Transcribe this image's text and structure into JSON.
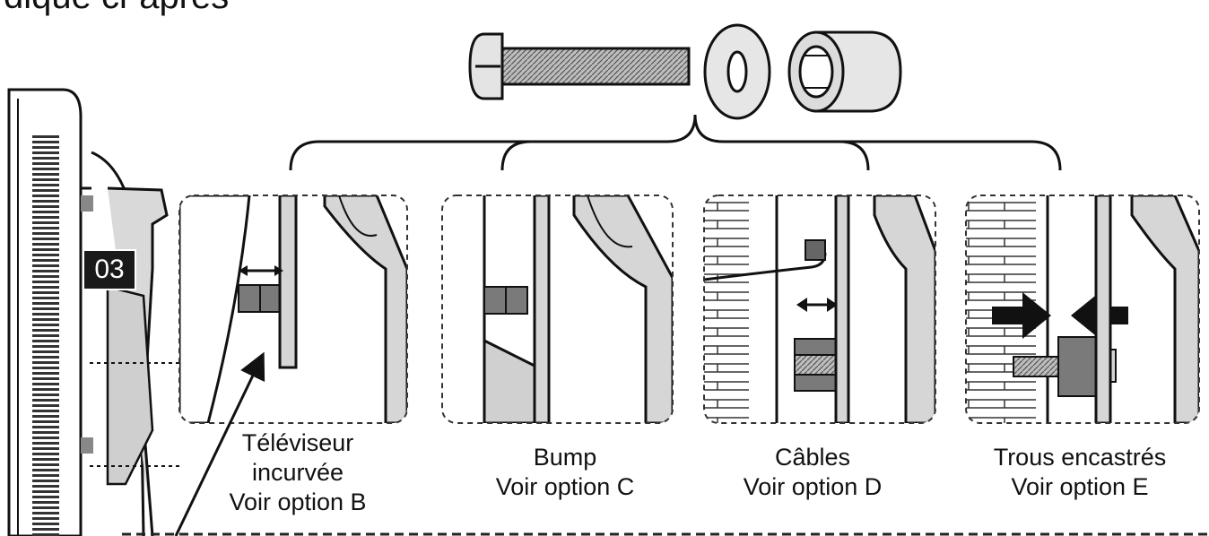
{
  "heading": "dique ci-après",
  "step_badge": "03",
  "options": [
    {
      "name": "Téléviseur incurvée",
      "name_l1": "Téléviseur",
      "name_l2": "incurvée",
      "ref": "Voir option B"
    },
    {
      "name": "Bump",
      "ref": "Voir option C"
    },
    {
      "name": "Câbles",
      "ref": "Voir option D"
    },
    {
      "name": "Trous encastrés",
      "ref": "Voir option E"
    }
  ],
  "colors": {
    "ink": "#111111",
    "metal": "#d6d6d6",
    "spacer": "#7a7a7a",
    "bolt": "#9a9a9a"
  }
}
